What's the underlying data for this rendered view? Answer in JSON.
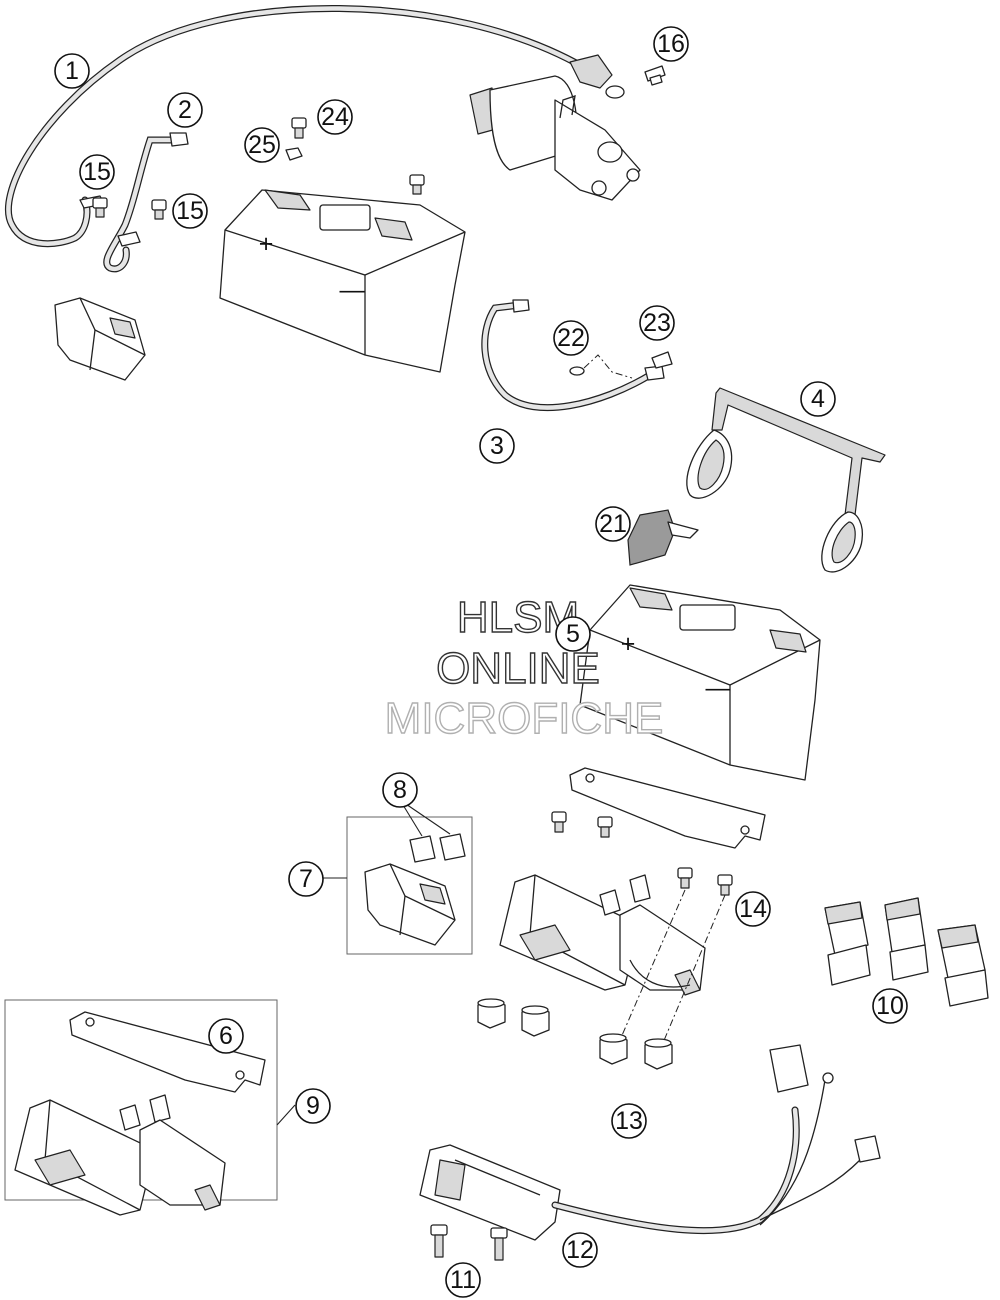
{
  "callouts": [
    "1",
    "2",
    "3",
    "4",
    "5",
    "6",
    "7",
    "8",
    "9",
    "10",
    "11",
    "12",
    "13",
    "14",
    "15",
    "15",
    "16",
    "21",
    "22",
    "23",
    "24",
    "25"
  ],
  "watermark": {
    "line1": "HLSM",
    "line2": "ONLINE",
    "line3": "MICROFICHE"
  },
  "battery": {
    "plus": "+",
    "minus": "—"
  }
}
